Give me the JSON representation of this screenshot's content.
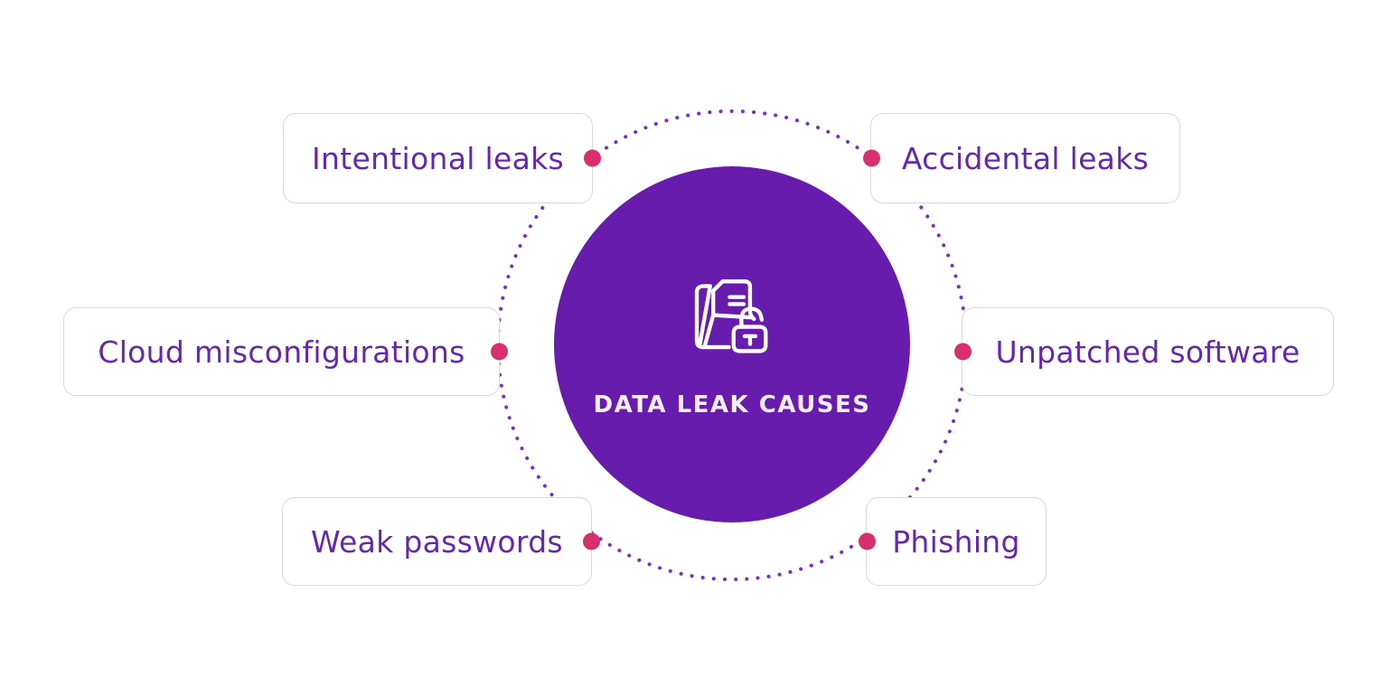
{
  "title": "DATA LEAK CAUSES",
  "center_icon": "folder-document-unlock-icon",
  "colors": {
    "background": "#ffffff",
    "circle": "#681CAD",
    "label": "#6527AE",
    "connector_dot": "#D8306F",
    "ring_dot": "#7B2EC8",
    "box_border": "#D9D8DD",
    "title_text": "#F2EFF5"
  },
  "causes": [
    {
      "label": "Intentional leaks",
      "position": "top-left"
    },
    {
      "label": "Accidental leaks",
      "position": "top-right"
    },
    {
      "label": "Cloud misconfigurations",
      "position": "middle-left"
    },
    {
      "label": "Unpatched software",
      "position": "middle-right"
    },
    {
      "label": "Weak passwords",
      "position": "bottom-left"
    },
    {
      "label": "Phishing",
      "position": "bottom-right"
    }
  ]
}
